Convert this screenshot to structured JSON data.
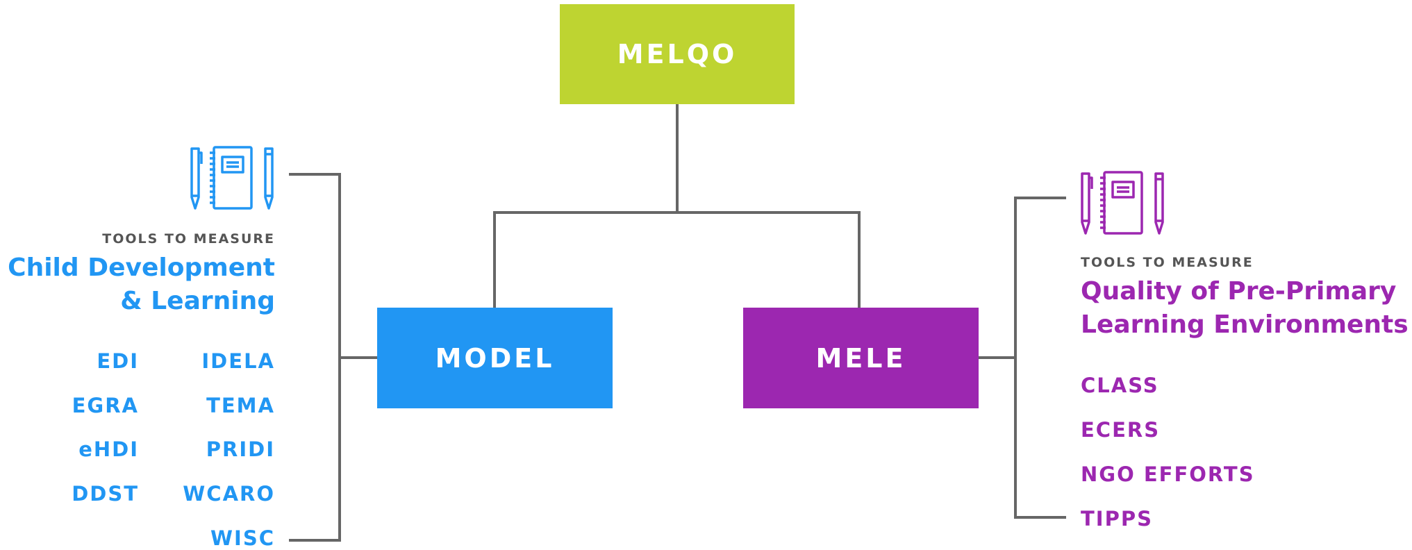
{
  "colors": {
    "melqo": "#bed431",
    "model": "#2196f3",
    "mele": "#9c27b0",
    "connector": "#666666",
    "kicker": "#555555"
  },
  "top_node": {
    "label": "MELQO"
  },
  "model_node": {
    "label": "MODEL"
  },
  "mele_node": {
    "label": "MELE"
  },
  "left_panel": {
    "icon": "notebook-pen-pencil-icon",
    "kicker": "TOOLS TO MEASURE",
    "heading_line1": "Child Development",
    "heading_line2": "& Learning",
    "tools": [
      "EDI",
      "IDELA",
      "EGRA",
      "TEMA",
      "eHDI",
      "PRIDI",
      "DDST",
      "WCARO",
      "WISC"
    ]
  },
  "right_panel": {
    "icon": "notebook-pen-pencil-icon",
    "kicker": "TOOLS TO MEASURE",
    "heading_line1": "Quality of Pre-Primary",
    "heading_line2": "Learning Environments",
    "tools": [
      "CLASS",
      "ECERS",
      "NGO EFFORTS",
      "TIPPS"
    ]
  }
}
